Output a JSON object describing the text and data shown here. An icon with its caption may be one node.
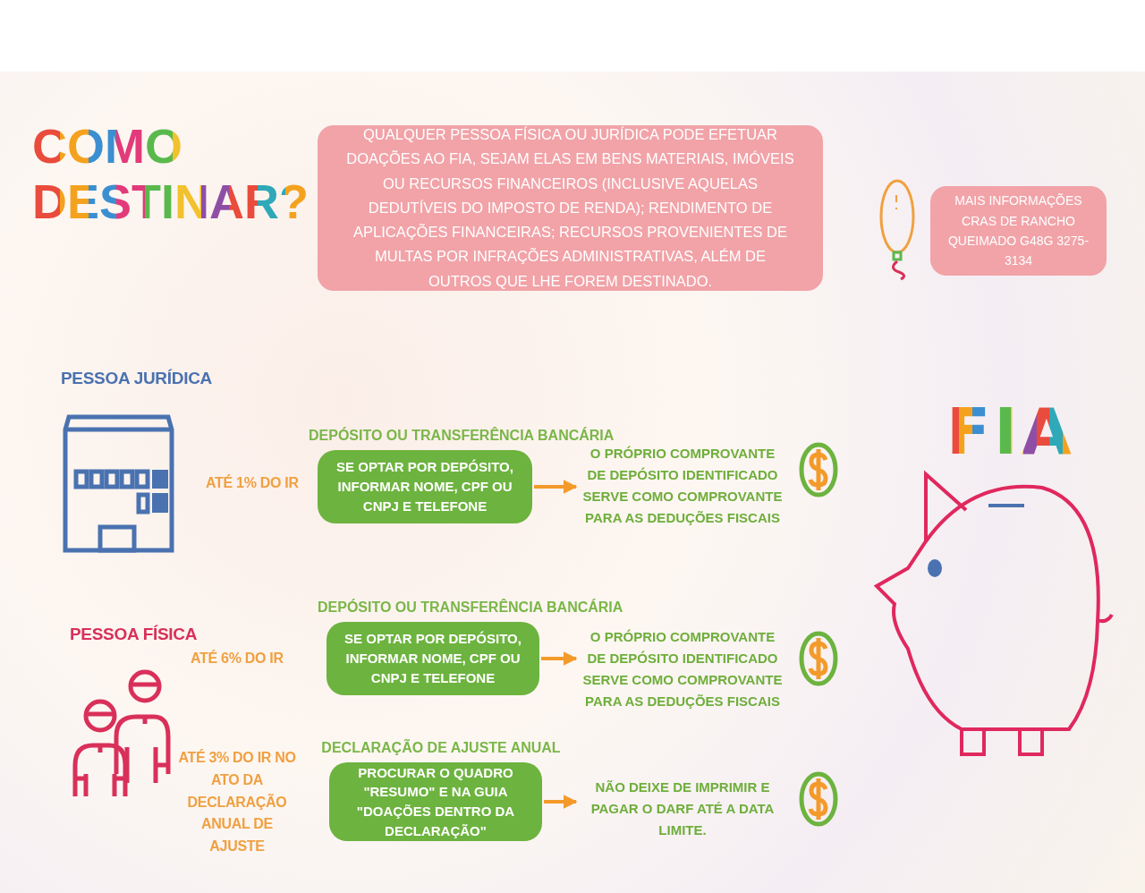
{
  "diagram": {
    "title": "COMO DESTINAR?",
    "nodes": [
      {
        "text": [
          "QUALQUER PESSOA FÍSICA OU JURÍDICA PODE EFETUAR DOAÇÕES AO FIA, SEJAM ELAS EM BENS MATERIAIS, IMÓVEIS OU RECURSOS FINANCEIROS (INCLUSIVE AQUELAS DEDUTÍVEIS DO IMPOSTO DE RENDA); RENDIMENTO DE APLICAÇÕES FINANCEIRAS; RECURSOS PROVENIENTES DE MULTAS POR INFRAÇÕES ADMINISTRATIVAS, ALÉM DE OUTROS QUE LHE FOREM DESTINADO."
        ]
      },
      {
        "text": [
          "MAIS INFORMAÇÕES CRAS DE RANCHO QUEIMADO G48G 3275-3134"
        ]
      },
      {
        "text": [
          "DEPÓSITO OU TRANSFERÊNCIA BANCÁRIA",
          "SE OPTAR POR DEPÓSITO, INFORMAR NOME, CPF OU CNPJ E TELEFONE"
        ]
      },
      {
        "text": [
          "O PRÓPRIO COMPROVANTE DE DEPÓSITO IDENTIFICADO SERVE COMO COMPROVANTE PARA AS DEDUÇÕES FISCAIS"
        ]
      },
      {
        "text": [
          "DEPÓSITO OU TRANSFERÊNCIA BANCÁRIA",
          "SE OPTAR POR DEPÓSITO, INFORMAR NOME, CPF OU CNPJ E TELEFONE"
        ]
      },
      {
        "text": [
          "O PRÓPRIO COMPROVANTE DE DEPÓSITO IDENTIFICADO SERVE COMO COMPROVANTE PARA AS DEDUÇÕES FISCAIS"
        ]
      },
      {
        "text": [
          "DECLARAÇÃO DE AJUSTE ANUAL",
          "PROCURAR O QUADRO \"RESUMO\" E NA GUIA \"DOAÇÕES DENTRO DA DECLARAÇÃO\""
        ]
      },
      {
        "text": [
          "NÃO DEIXE DE IMPRIMIR E PAGAR O DARF ATÉ A DATA LIMITE."
        ]
      }
    ],
    "edges": [
      {
        "from": 2,
        "to": 3,
        "arrow": "to"
      },
      {
        "from": 4,
        "to": 5,
        "arrow": "to"
      },
      {
        "from": 6,
        "to": 7,
        "arrow": "to"
      }
    ],
    "labels": [
      "PESSOA JURÍDICA",
      "ATÉ 1% DO IR",
      "FIA",
      "PESSOA FÍSICA",
      "ATÉ 6% DO IR",
      "ATÉ 3% DO IR NO ATO DA DECLARAÇÃO ANUAL DE AJUSTE"
    ]
  }
}
